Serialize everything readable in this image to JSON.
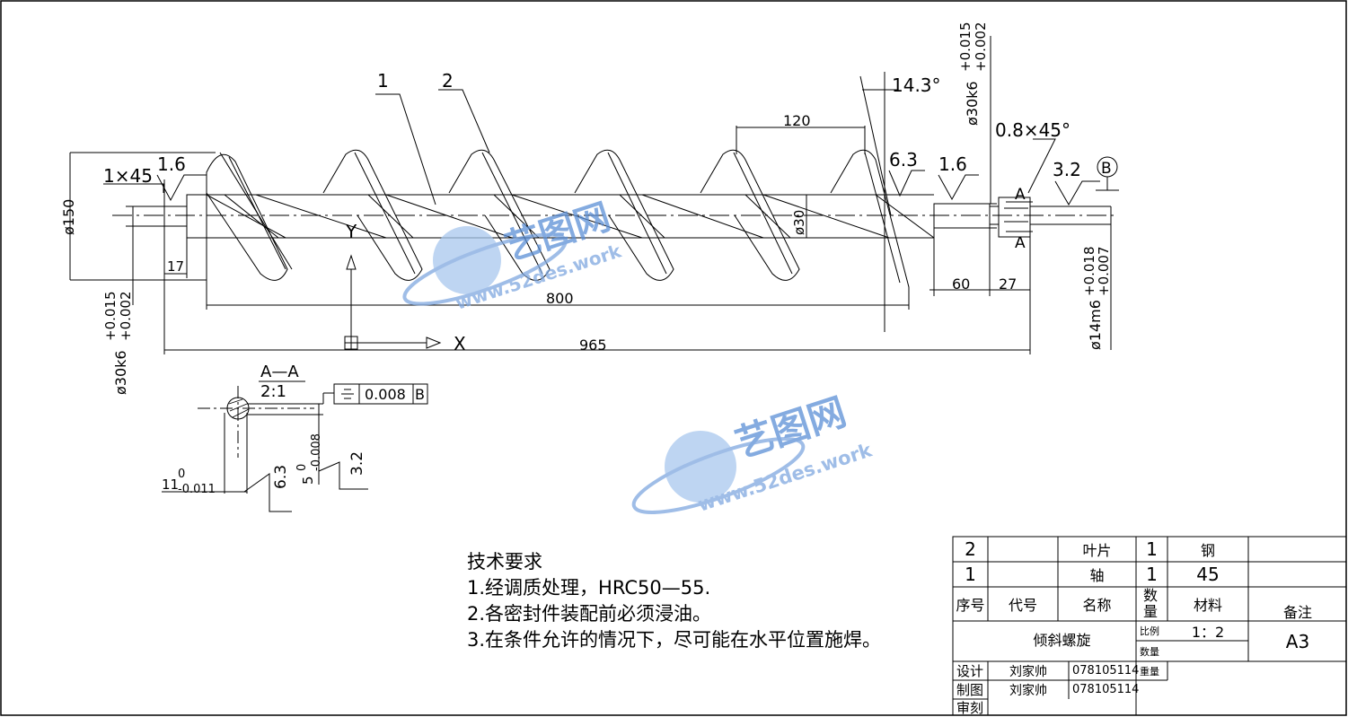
{
  "drawing": {
    "part_labels": [
      "1",
      "2"
    ],
    "dimensions": {
      "overall_length": "965",
      "screw_length": "800",
      "pitch": "120",
      "shaft_end_60": "60",
      "shaft_end_27": "27",
      "left_17": "17",
      "flight_dia": "ø150",
      "shaft_dia": "ø30",
      "left_journal": "ø30k6",
      "left_journal_tol_upper": "+0.015",
      "left_journal_tol_lower": "+0.002",
      "right_journal": "ø30k6",
      "right_journal_tol_upper": "+0.015",
      "right_journal_tol_lower": "+0.002",
      "end_shaft": "ø14m6",
      "end_shaft_tol_upper": "+0.018",
      "end_shaft_tol_lower": "+0.007",
      "helix_angle": "14.3°",
      "left_chamfer": "1×45",
      "right_chamfer": "0.8×45°"
    },
    "roughness": [
      "1.6",
      "6.3",
      "1.6",
      "3.2"
    ],
    "datum": "B",
    "section_mark": "A",
    "axis_x": "X",
    "axis_y": "Y",
    "section_view": {
      "title": "A—A",
      "scale": "2:1",
      "tolerance_frame_value": "0.008",
      "tolerance_frame_datum": "B",
      "keyway_width": "11",
      "keyway_width_upper": "0",
      "keyway_width_lower": "-0.011",
      "keyway_depth": "5",
      "keyway_depth_upper": "0",
      "keyway_depth_lower": "-0.008",
      "roughness_a": "6.3",
      "roughness_b": "3.2"
    }
  },
  "watermark": {
    "brand": "艺图网",
    "url": "www.52des.work"
  },
  "requirements": {
    "title": "技术要求",
    "items": [
      "1.经调质处理，HRC50—55.",
      "2.各密封件装配前必须浸油。",
      "3.在条件允许的情况下，尽可能在水平位置施焊。"
    ]
  },
  "title_block": {
    "rows": [
      {
        "no": "2",
        "code": "",
        "name": "叶片",
        "qty": "1",
        "material": "钢",
        "note": ""
      },
      {
        "no": "1",
        "code": "",
        "name": "轴",
        "qty": "1",
        "material": "45",
        "note": ""
      }
    ],
    "headers": {
      "no": "序号",
      "code": "代号",
      "name": "名称",
      "qty": "数量",
      "material": "材料",
      "note": "备注"
    },
    "drawing_name": "倾斜螺旋",
    "scale_label": "比例",
    "scale_value": "1：2",
    "quantity_label": "数量",
    "weight_label": "重量",
    "sheet_size": "A3",
    "design_label": "设计",
    "drafter_label": "制图",
    "review_label": "审刻",
    "designer": "刘家帅",
    "drafter": "刘家帅",
    "design_id": "078105114",
    "drafter_id": "078105114"
  }
}
